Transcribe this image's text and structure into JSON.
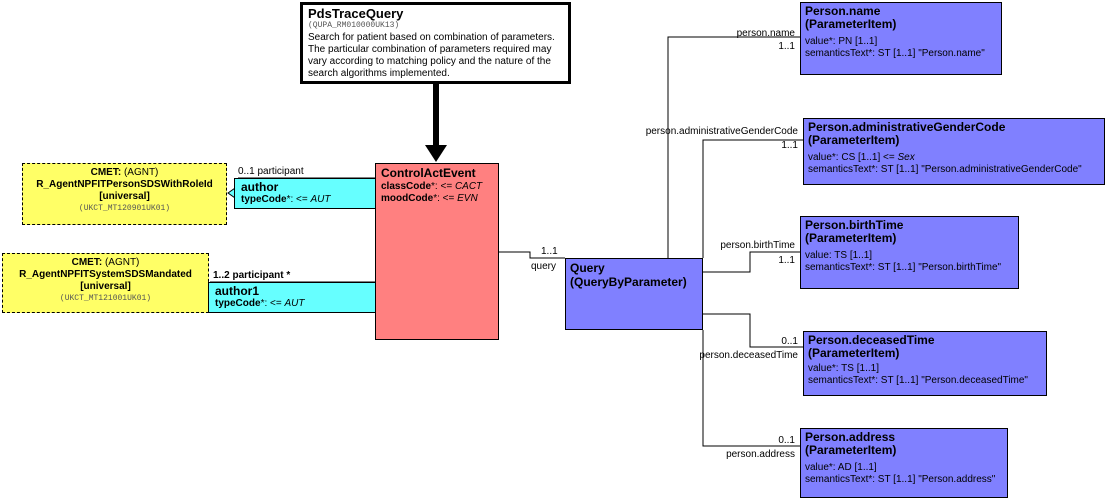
{
  "note": {
    "title": "PdsTraceQuery",
    "id": "(QUPA_RM010000UK13)",
    "description": "Search for patient based on combination of parameters. The particular combination of parameters required may vary according to matching policy and the nature of the search algorithms implemented."
  },
  "cmets": [
    {
      "prefix": "CMET:",
      "kind": "(AGNT)",
      "name": "R_AgentNPFITPersonSDSWithRoleId",
      "scope": "[universal]",
      "id": "(UKCT_MT120901UK01)"
    },
    {
      "prefix": "CMET:",
      "kind": "(AGNT)",
      "name": "R_AgentNPFITSystemSDSMandated",
      "scope": "[universal]",
      "id": "(UKCT_MT121001UK01)"
    }
  ],
  "associations": [
    {
      "label": "0..1 participant",
      "name": "author",
      "attr_name": "typeCode",
      "attr_rest": "*: <= ",
      "attr_value": "AUT"
    },
    {
      "label": "1..2 participant  *",
      "name": "author1",
      "attr_name": "typeCode",
      "attr_rest": "*: <= ",
      "attr_value": "AUT"
    }
  ],
  "control_act": {
    "title": "ControlActEvent",
    "attrs": [
      {
        "name": "classCode",
        "rest": "*: <= ",
        "value": "CACT"
      },
      {
        "name": "moodCode",
        "rest": "*: <= ",
        "value": "EVN"
      }
    ]
  },
  "query_link": {
    "card": "1..1",
    "role": "query"
  },
  "query": {
    "title": "Query",
    "subtitle": "(QueryByParameter)"
  },
  "params": [
    {
      "title": "Person.name",
      "subtitle": "(ParameterItem)",
      "attr1": "value*: PN [1..1]",
      "attr2": "semanticsText*: ST [1..1] \"Person.name\"",
      "role": "person.name",
      "card": "1..1"
    },
    {
      "title": "Person.administrativeGenderCode",
      "subtitle": "(ParameterItem)",
      "attr1_pre": "value*: CS [1..1] <= ",
      "attr1_em": "Sex",
      "attr2": "semanticsText*: ST [1..1] \"Person.administrativeGenderCode\"",
      "role": "person.administrativeGenderCode",
      "card": "1..1"
    },
    {
      "title": "Person.birthTime",
      "subtitle": "(ParameterItem)",
      "attr1": "value: TS [1..1]",
      "attr2": "semanticsText*: ST [1..1] \"Person.birthTime\"",
      "role": "person.birthTime",
      "card": "1..1"
    },
    {
      "title": "Person.deceasedTime",
      "subtitle": "(ParameterItem)",
      "attr1": "value*: TS [1..1]",
      "attr2": "semanticsText*: ST [1..1] \"Person.deceasedTime\"",
      "role": "person.deceasedTime",
      "card": "0..1"
    },
    {
      "title": "Person.address",
      "subtitle": "(ParameterItem)",
      "attr1": "value*: AD [1..1]",
      "attr2": "semanticsText*: ST [1..1] \"Person.address\"",
      "role": "person.address",
      "card": "0..1"
    }
  ],
  "colors": {
    "note_bg": "#ffffff",
    "cmet_bg": "#ffff66",
    "assoc_bg": "#66ffff",
    "act_bg": "#ff8080",
    "entity_bg": "#8080ff"
  }
}
